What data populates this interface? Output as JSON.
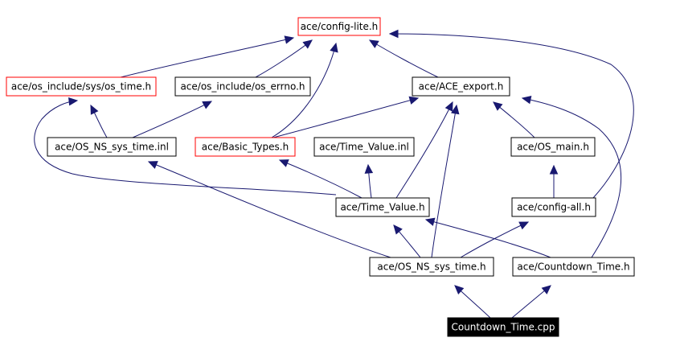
{
  "colors": {
    "edge": "#191970",
    "node_border_normal": "#000000",
    "node_border_highlight": "#ff0000",
    "root_fill": "#000000",
    "root_text": "#ffffff"
  },
  "nodes": [
    {
      "id": "config_lite",
      "label": "ace/config-lite.h",
      "style": "red"
    },
    {
      "id": "os_time",
      "label": "ace/os_include/sys/os_time.h",
      "style": "red"
    },
    {
      "id": "os_errno",
      "label": "ace/os_include/os_errno.h",
      "style": "normal"
    },
    {
      "id": "ace_export",
      "label": "ace/ACE_export.h",
      "style": "normal"
    },
    {
      "id": "sys_time_inl",
      "label": "ace/OS_NS_sys_time.inl",
      "style": "normal"
    },
    {
      "id": "basic_types",
      "label": "ace/Basic_Types.h",
      "style": "red"
    },
    {
      "id": "tv_inl",
      "label": "ace/Time_Value.inl",
      "style": "normal"
    },
    {
      "id": "os_main",
      "label": "ace/OS_main.h",
      "style": "normal"
    },
    {
      "id": "time_value",
      "label": "ace/Time_Value.h",
      "style": "normal"
    },
    {
      "id": "config_all",
      "label": "ace/config-all.h",
      "style": "normal"
    },
    {
      "id": "sys_time_h",
      "label": "ace/OS_NS_sys_time.h",
      "style": "normal"
    },
    {
      "id": "countdown_h",
      "label": "ace/Countdown_Time.h",
      "style": "normal"
    },
    {
      "id": "countdown_cpp",
      "label": "Countdown_Time.cpp",
      "style": "root"
    }
  ],
  "edges": [
    {
      "from": "os_time",
      "to": "config_lite"
    },
    {
      "from": "os_errno",
      "to": "config_lite"
    },
    {
      "from": "basic_types",
      "to": "config_lite"
    },
    {
      "from": "ace_export",
      "to": "config_lite"
    },
    {
      "from": "config_all",
      "to": "config_lite"
    },
    {
      "from": "sys_time_inl",
      "to": "os_time"
    },
    {
      "from": "sys_time_inl",
      "to": "os_errno"
    },
    {
      "from": "basic_types",
      "to": "ace_export"
    },
    {
      "from": "time_value",
      "to": "ace_export"
    },
    {
      "from": "os_main",
      "to": "ace_export"
    },
    {
      "from": "sys_time_h",
      "to": "ace_export"
    },
    {
      "from": "countdown_h",
      "to": "ace_export"
    },
    {
      "from": "time_value",
      "to": "os_time"
    },
    {
      "from": "time_value",
      "to": "basic_types"
    },
    {
      "from": "time_value",
      "to": "tv_inl"
    },
    {
      "from": "config_all",
      "to": "os_main"
    },
    {
      "from": "sys_time_h",
      "to": "sys_time_inl"
    },
    {
      "from": "sys_time_h",
      "to": "time_value"
    },
    {
      "from": "countdown_h",
      "to": "time_value"
    },
    {
      "from": "sys_time_h",
      "to": "config_all"
    },
    {
      "from": "countdown_cpp",
      "to": "sys_time_h"
    },
    {
      "from": "countdown_cpp",
      "to": "countdown_h"
    }
  ]
}
